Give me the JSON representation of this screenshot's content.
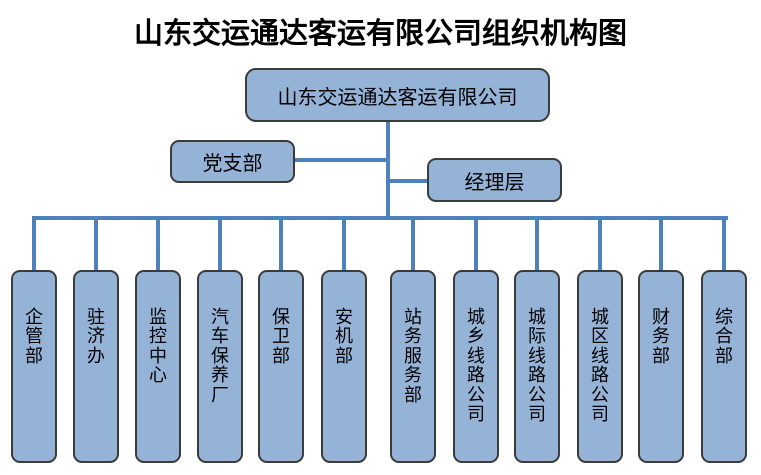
{
  "title": "山东交运通达客运有限公司组织机构图",
  "org": {
    "root": "山东交运通达客运有限公司",
    "party_branch": "党支部",
    "management": "经理层",
    "departments": [
      "企管部",
      "驻济办",
      "监控中心",
      "汽车保养厂",
      "保卫部",
      "安机部",
      "站务服务部",
      "城乡线路公司",
      "城际线路公司",
      "城区线路公司",
      "财务部",
      "综合部"
    ]
  },
  "colors": {
    "node_fill": "#95B3D7",
    "node_border": "#3B3B3B",
    "connector": "#4F81BD",
    "text": "#000000",
    "background": "#FFFFFF"
  }
}
